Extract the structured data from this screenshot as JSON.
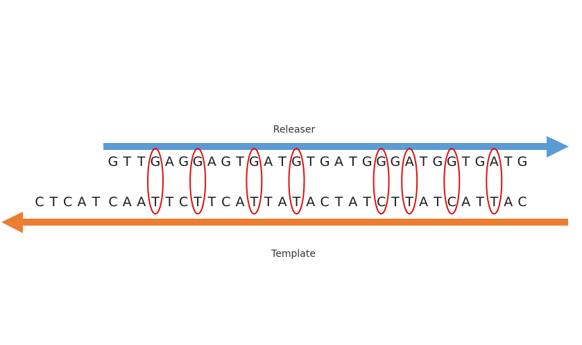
{
  "diagram": {
    "releaser": {
      "label": "Releaser",
      "sequence": "GTTGAGGAGTGATGTGATGGGATGGTGATG",
      "direction": "right",
      "color": "#5b9bd5"
    },
    "template": {
      "label": "Template",
      "sequence": "CTCAT CAATTCTTCATTATACTATCTTATCATTAC",
      "direction": "left",
      "color": "#ed7d31"
    },
    "highlight": {
      "color": "#e01010",
      "releaser_positions": [
        3,
        6,
        10,
        13,
        19,
        21,
        24,
        27
      ]
    }
  }
}
